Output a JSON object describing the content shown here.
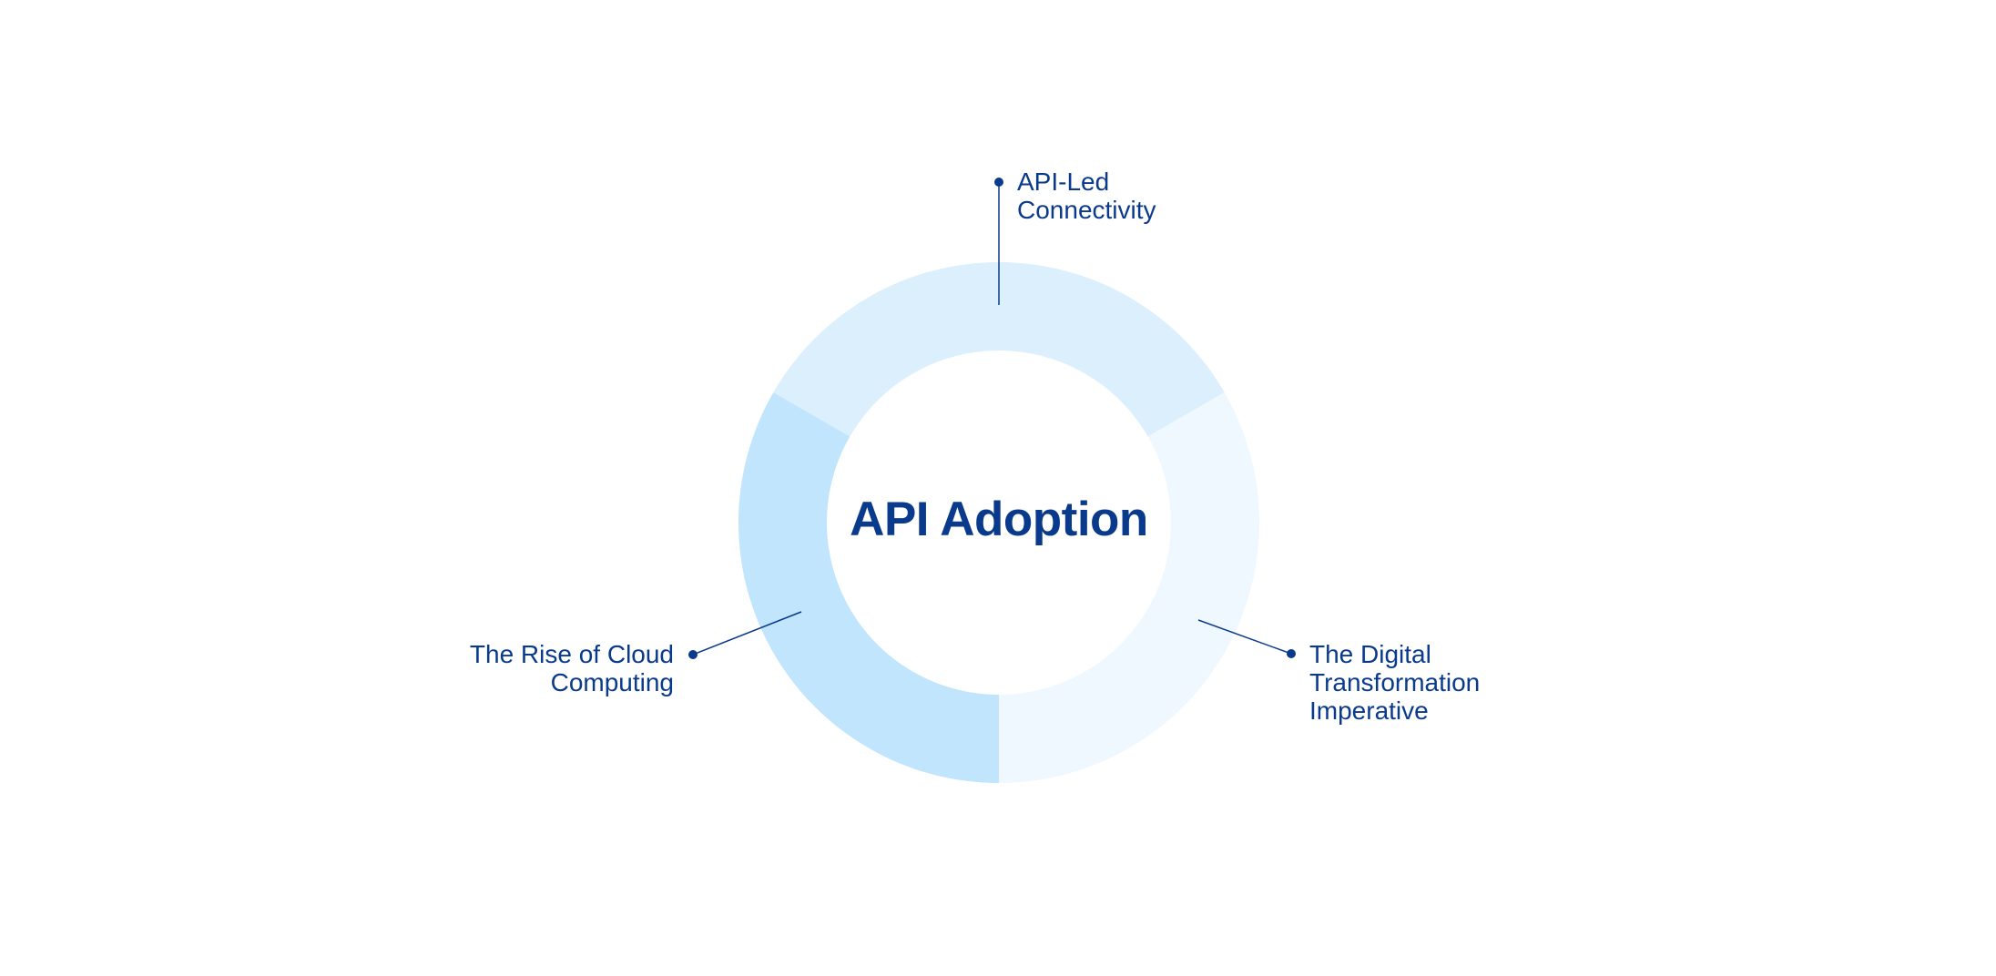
{
  "diagram": {
    "title": "API Adoption",
    "text_color": "#0a3a8c",
    "line_color": "#0a3a8c",
    "segments": [
      {
        "id": "top",
        "label": "API-Led\nConnectivity",
        "color": "#dbeffc",
        "start_deg": -120,
        "end_deg": 120
      },
      {
        "id": "right",
        "label": "The Digital\nTransformation\nImperative",
        "color": "#eff8fe",
        "start_deg": 60,
        "end_deg": 180
      },
      {
        "id": "left",
        "label": "The Rise of Cloud\nComputing",
        "color": "#c0e5fd",
        "start_deg": 180,
        "end_deg": 300
      }
    ]
  }
}
